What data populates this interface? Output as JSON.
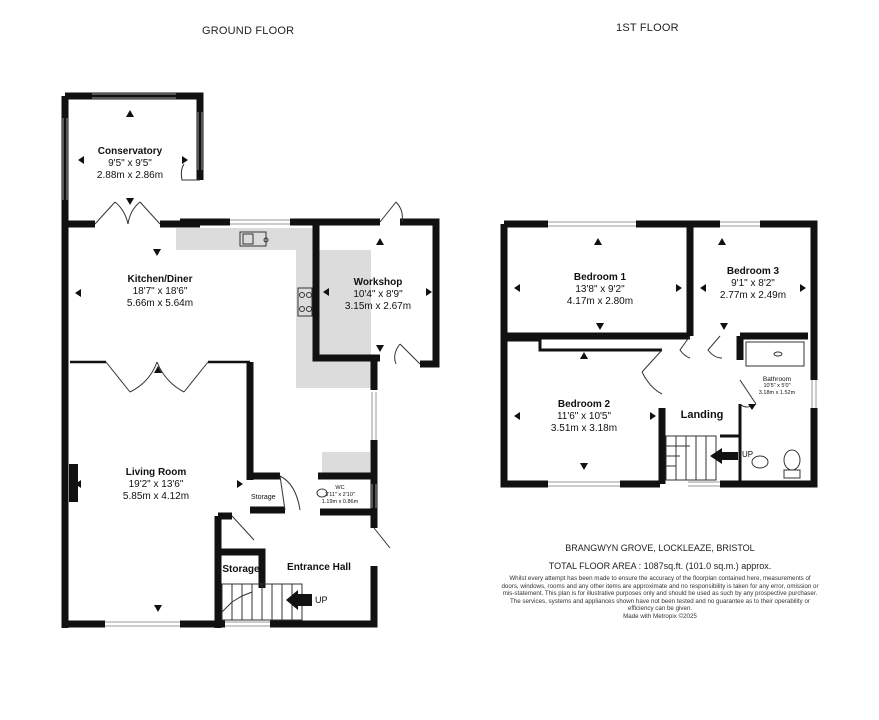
{
  "headers": {
    "ground": "GROUND FLOOR",
    "first": "1ST FLOOR"
  },
  "rooms": {
    "conservatory": {
      "name": "Conservatory",
      "imperial": "9'5\"  x 9'5\"",
      "metric": "2.88m  x 2.86m"
    },
    "kitchen": {
      "name": "Kitchen/Diner",
      "imperial": "18'7\"  x 18'6\"",
      "metric": "5.66m  x 5.64m"
    },
    "workshop": {
      "name": "Workshop",
      "imperial": "10'4\"  x 8'9\"",
      "metric": "3.15m  x 2.67m"
    },
    "living": {
      "name": "Living Room",
      "imperial": "19'2\"  x 13'6\"",
      "metric": "5.85m  x 4.12m"
    },
    "wc": {
      "name": "WC",
      "imperial": "3'11\"  x 2'10\"",
      "metric": "1.19m  x 0.86m"
    },
    "storage_small": {
      "name": "Storage"
    },
    "storage": {
      "name": "Storage"
    },
    "entrance": {
      "name": "Entrance Hall"
    },
    "bedroom1": {
      "name": "Bedroom 1",
      "imperial": "13'8\"  x 9'2\"",
      "metric": "4.17m  x 2.80m"
    },
    "bedroom3": {
      "name": "Bedroom 3",
      "imperial": "9'1\"  x 8'2\"",
      "metric": "2.77m  x 2.49m"
    },
    "bedroom2": {
      "name": "Bedroom 2",
      "imperial": "11'6\"  x 10'5\"",
      "metric": "3.51m  x 3.18m"
    },
    "bathroom": {
      "name": "Bathroom",
      "imperial": "10'5\"  x 5'0\"",
      "metric": "3.18m  x 1.52m"
    },
    "landing": {
      "name": "Landing"
    }
  },
  "stairs": {
    "ground_up": "UP",
    "first_up": "UP"
  },
  "footer": {
    "address": "BRANGWYN GROVE, LOCKLEAZE, BRISTOL",
    "total_area": "TOTAL FLOOR AREA : 1087sq.ft. (101.0 sq.m.) approx.",
    "disclaimer": "Whilst every attempt has been made to ensure the accuracy of the floorplan contained here, measurements of doors, windows, rooms and any other items are approximate and no responsibility is taken for any error, omission or mis-statement. This plan is for illustrative purposes only and should be used as such by any prospective purchaser. The services, systems and appliances shown have not been tested and no guarantee as to their operability or efficiency can be given.",
    "made_with": "Made with Metropix ©2025"
  },
  "colors": {
    "wall": "#111111",
    "fill": "#dcdcdc",
    "window": "#9a9a9a"
  }
}
